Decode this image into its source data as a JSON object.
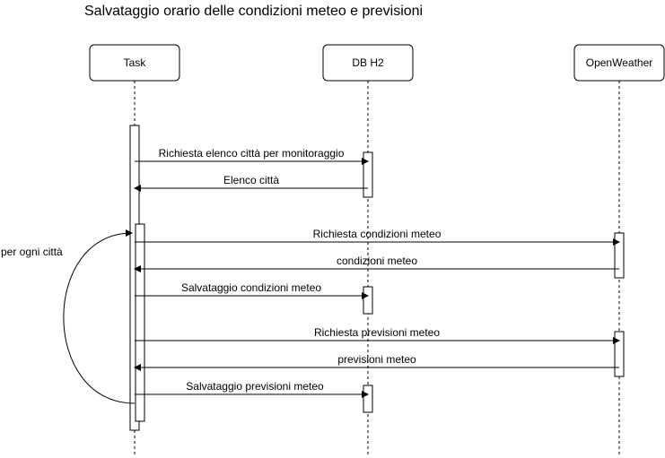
{
  "title": "Salvataggio orario delle condizioni meteo e previsioni",
  "participants": [
    {
      "id": "task",
      "label": "Task"
    },
    {
      "id": "db",
      "label": "DB H2"
    },
    {
      "id": "ow",
      "label": "OpenWeather"
    }
  ],
  "loop": {
    "label": "per ogni città"
  },
  "messages": [
    {
      "label": "Richiesta elenco città per monitoraggio",
      "from": "task",
      "to": "db"
    },
    {
      "label": "Elenco città",
      "from": "db",
      "to": "task"
    },
    {
      "label": "Richiesta condizioni meteo",
      "from": "task",
      "to": "ow"
    },
    {
      "label": "condizioni meteo",
      "from": "ow",
      "to": "task"
    },
    {
      "label": "Salvataggio condizioni meteo",
      "from": "task",
      "to": "db"
    },
    {
      "label": "Richiesta previsioni meteo",
      "from": "task",
      "to": "ow"
    },
    {
      "label": "previsioni meteo",
      "from": "ow",
      "to": "task"
    },
    {
      "label": "Salvataggio previsioni meteo",
      "from": "task",
      "to": "db"
    }
  ]
}
